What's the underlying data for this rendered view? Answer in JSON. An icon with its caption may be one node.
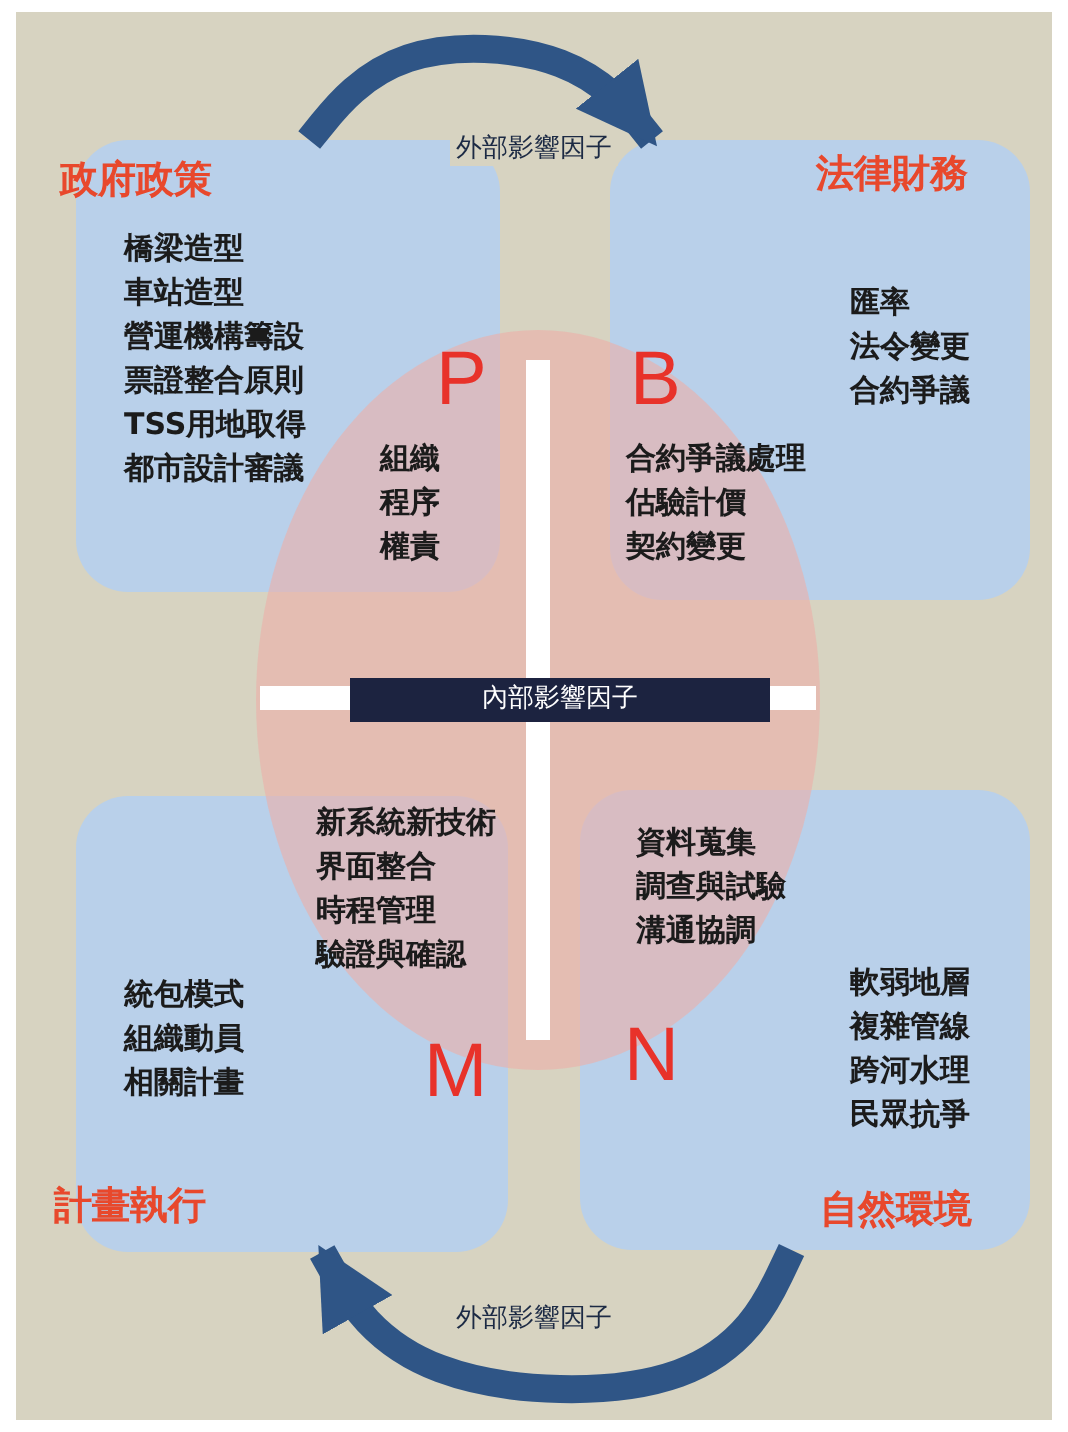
{
  "diagram": {
    "nodes": [
      {
        "text": [
          "政府政策",
          "橋梁造型",
          "車站造型",
          "營運機構籌設",
          "票證整合原則",
          "TSS用地取得",
          "都市設計審議"
        ]
      },
      {
        "text": [
          "法律財務",
          "匯率",
          "法令變更",
          "合約爭議"
        ]
      },
      {
        "text": [
          "統包模式",
          "組織動員",
          "相關計畫",
          "計畫執行"
        ]
      },
      {
        "text": [
          "軟弱地層",
          "複雜管線",
          "跨河水理",
          "民眾抗爭",
          "自然環境"
        ]
      },
      {
        "text": [
          "內部影響因子"
        ]
      }
    ],
    "edges": [
      {
        "from": 0,
        "to": 1,
        "arrow": "to",
        "label": "外部影響因子"
      },
      {
        "from": 3,
        "to": 2,
        "arrow": "to",
        "label": "外部影響因子"
      }
    ],
    "labels": [
      "P",
      "組織",
      "程序",
      "權責",
      "B",
      "合約爭議處理",
      "估驗計價",
      "契約變更",
      "新系統新技術",
      "界面整合",
      "時程管理",
      "驗證與確認",
      "M",
      "資料蒐集",
      "調查與試驗",
      "溝通協調",
      "N"
    ]
  }
}
